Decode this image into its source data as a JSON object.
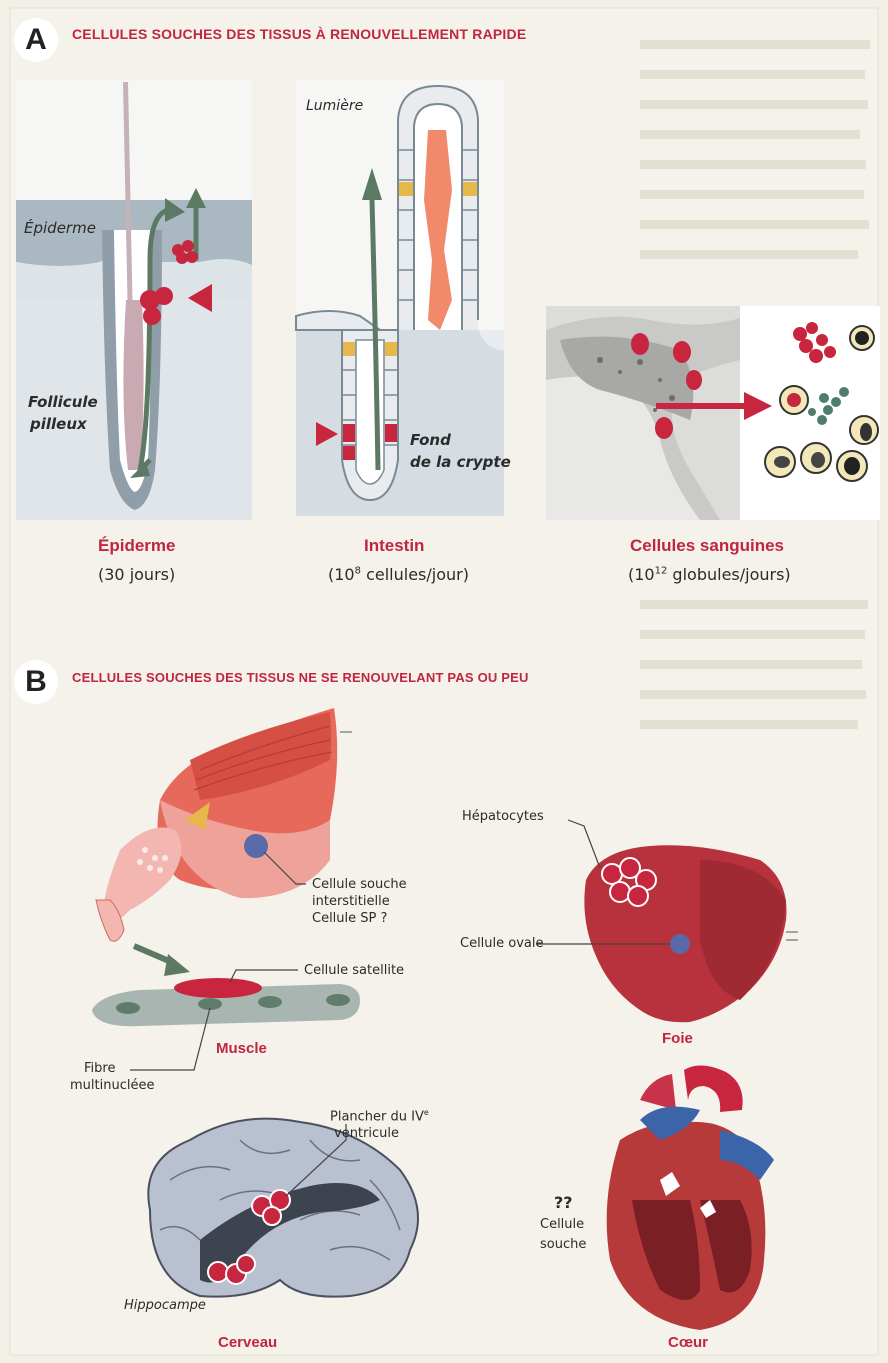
{
  "section_a": {
    "letter": "A",
    "title": "CELLULES SOUCHES DES TISSUS À RENOUVELLEMENT RAPIDE",
    "epiderme": {
      "label_epiderme": "Épiderme",
      "label_follicule_1": "Follicule",
      "label_follicule_2": "pilleux",
      "caption": "Épiderme",
      "subcaption": "(30 jours)"
    },
    "intestin": {
      "label_lumiere": "Lumière",
      "label_fond_1": "Fond",
      "label_fond_2": "de la crypte",
      "caption": "Intestin",
      "subcaption_pre": "(10",
      "subcaption_sup": "8",
      "subcaption_post": " cellules/jour)"
    },
    "sang": {
      "caption": "Cellules sanguines",
      "subcaption_pre": "(10",
      "subcaption_sup": "12",
      "subcaption_post": " globules/jours)"
    }
  },
  "section_b": {
    "letter": "B",
    "title": "CELLULES SOUCHES DES TISSUS NE SE RENOUVELANT PAS OU PEU",
    "muscle": {
      "label_interstitielle_1": "Cellule souche",
      "label_interstitielle_2": "interstitielle",
      "label_interstitielle_3": "Cellule SP ?",
      "label_satellite": "Cellule satellite",
      "label_fibre_1": "Fibre",
      "label_fibre_2": "multinucléee",
      "caption": "Muscle"
    },
    "foie": {
      "label_hepatocytes": "Hépatocytes",
      "label_ovale": "Cellule ovale",
      "caption": "Foie"
    },
    "cerveau": {
      "label_plancher_1_pre": "Plancher du IV",
      "label_plancher_1_sup": "e",
      "label_plancher_2": "ventricule",
      "label_hippocampe": "Hippocampe",
      "caption": "Cerveau"
    },
    "coeur": {
      "label_qq": "??",
      "label_cellule": "Cellule",
      "label_souche": "souche",
      "caption": "Cœur"
    }
  },
  "colors": {
    "accent_red": "#c0263f",
    "stem_cell_red": "#c8253f",
    "arrow_green": "#5c7a63",
    "tissue_blue": "#9aaab4",
    "background": "#f1efe6"
  }
}
